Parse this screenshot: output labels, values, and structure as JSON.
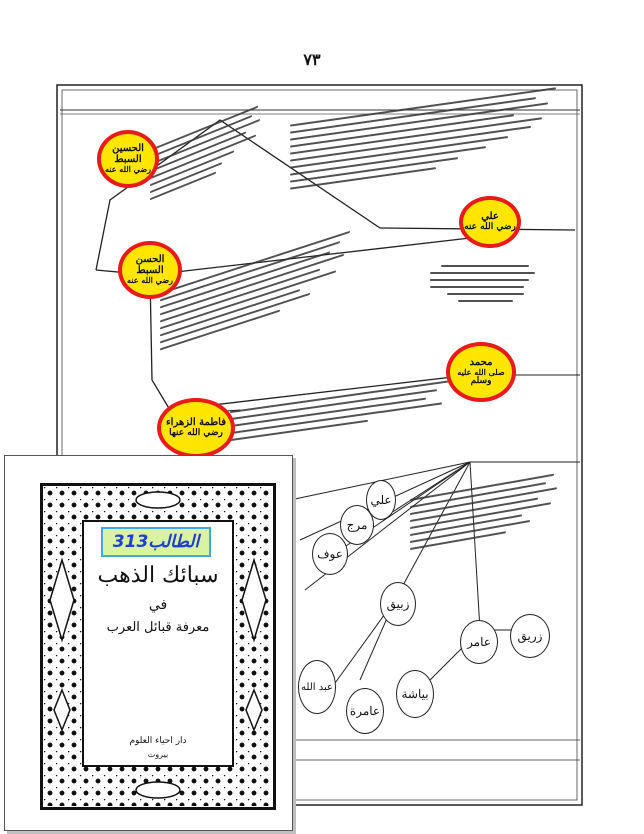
{
  "page": {
    "page_number": "٧٣"
  },
  "tree": {
    "highlighted_names": [
      {
        "id": "husayn",
        "lines": [
          "الحسين",
          "السبط",
          "رضي الله عنه"
        ]
      },
      {
        "id": "hasan",
        "lines": [
          "الحسن",
          "السبط",
          "رضي الله عنه"
        ]
      },
      {
        "id": "fatima",
        "lines": [
          "فاطمة الزهراء",
          "رضي الله عنها"
        ]
      },
      {
        "id": "ali",
        "lines": [
          "علي",
          "رضي الله عنه"
        ]
      },
      {
        "id": "muhammad",
        "lines": [
          "محمد",
          "صلى الله عليه",
          "وسلم"
        ]
      }
    ],
    "branch_names": [
      {
        "id": "ali-branch",
        "text": "علي"
      },
      {
        "id": "maraj",
        "text": "مرج"
      },
      {
        "id": "awf",
        "text": "عوف"
      },
      {
        "id": "zabiq",
        "text": "زبيق"
      },
      {
        "id": "amir",
        "text": "عامر"
      },
      {
        "id": "zuriq",
        "text": "زريق"
      },
      {
        "id": "abdullah",
        "text": "عبد الله"
      },
      {
        "id": "amira",
        "text": "عامرة"
      },
      {
        "id": "bayasha",
        "text": "بياشة"
      }
    ]
  },
  "cover": {
    "badge": "الطالب313",
    "title": "سبائك الذهب",
    "fi": "في",
    "subtitle": "معرفة قبائل العرب",
    "publisher": "دار احياء العلوم",
    "city": "بيروت"
  }
}
